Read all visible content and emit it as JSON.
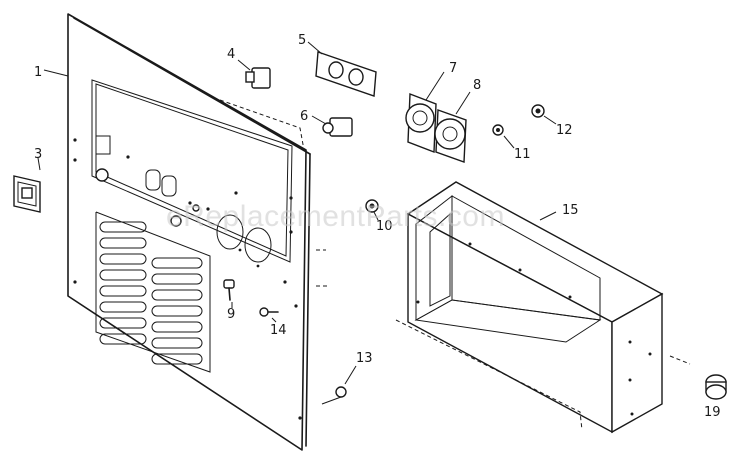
{
  "watermark": "eReplacementParts.com",
  "callouts": [
    "1",
    "3",
    "4",
    "5",
    "6",
    "7",
    "8",
    "9",
    "10",
    "11",
    "12",
    "13",
    "14",
    "15",
    "19"
  ]
}
